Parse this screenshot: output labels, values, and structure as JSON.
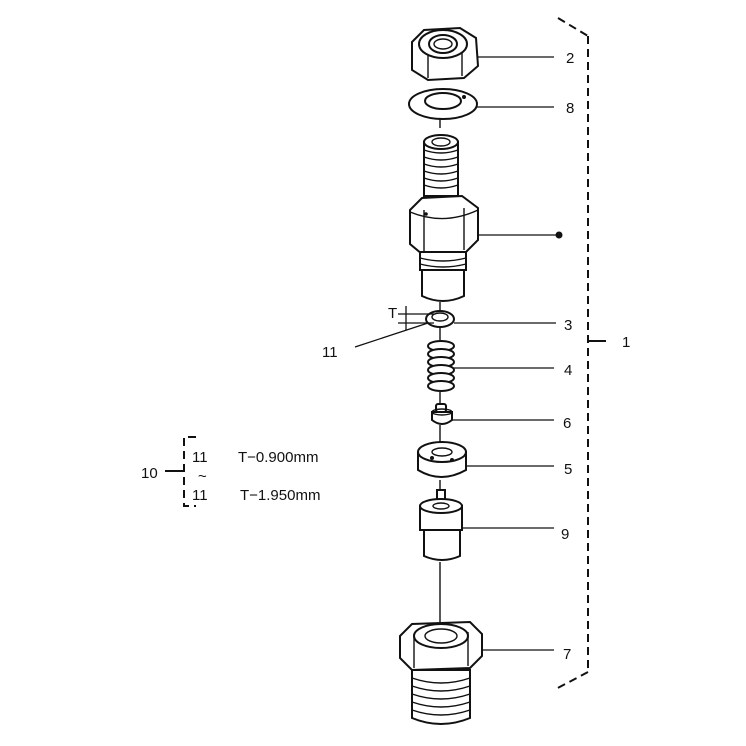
{
  "callouts": {
    "c1": "1",
    "c2": "2",
    "c3": "3",
    "c4": "4",
    "c5": "5",
    "c6": "6",
    "c7": "7",
    "c8": "8",
    "c9": "9",
    "c10": "10",
    "c11": "11",
    "t_mark": "T"
  },
  "shim_table": {
    "first_part": "11",
    "first_thickness": "T−0.900mm",
    "range_symbol": "~",
    "last_part": "11",
    "last_thickness": "T−1.950mm"
  }
}
